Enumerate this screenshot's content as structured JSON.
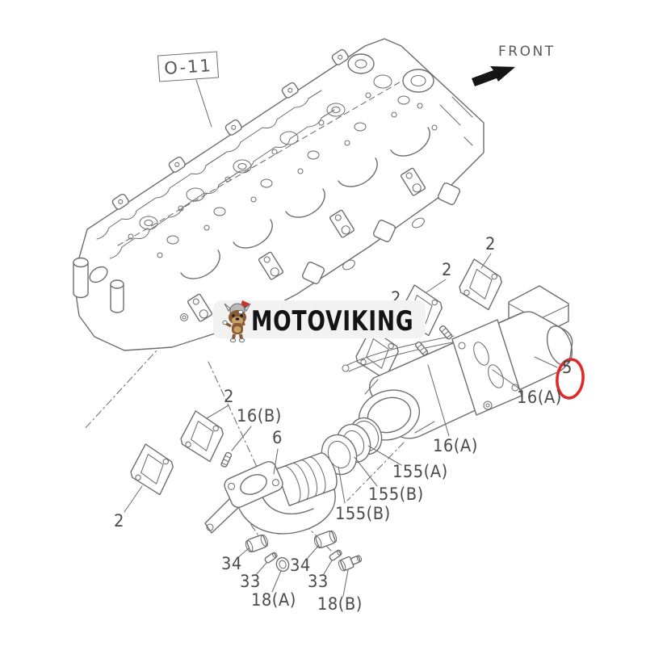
{
  "diagram": {
    "reference_box_label": "O-11",
    "front_label": "FRONT",
    "callouts": {
      "gasket_upper_1": "2",
      "gasket_upper_2": "2",
      "gasket_upper_3": "2",
      "gasket_left_upper": "2",
      "gasket_left_lower": "2",
      "stud_16b": "16(B)",
      "elbow_pipe": "6",
      "manifold_highlighted": "5",
      "stud_16a_right": "16(A)",
      "stud_16a_center": "16(A)",
      "seal_155a": "155(A)",
      "seal_155b_mid": "155(B)",
      "seal_155b_low": "155(B)",
      "nut_34_left": "34",
      "stud_33_left": "33",
      "nut_18a": "18(A)",
      "nut_34_right": "34",
      "stud_33_right": "33",
      "plug_18b": "18(B)"
    },
    "colors": {
      "line": "#6e6e6e",
      "label": "#4b4b4b",
      "highlight_red": "#dd2a2a"
    }
  },
  "watermark": {
    "brand": "MOTOVIKING",
    "mascot_icon": "viking-bulldog-icon",
    "background": "#f2f2f2",
    "text_color": "#141414"
  }
}
